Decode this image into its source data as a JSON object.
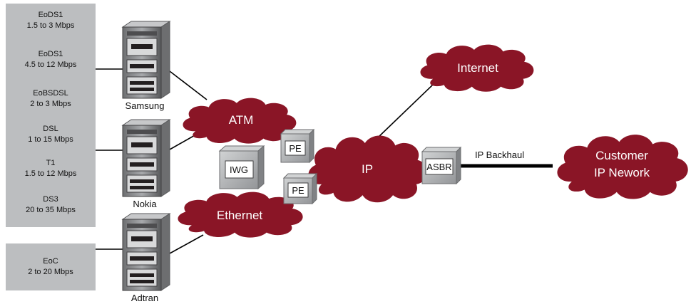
{
  "colors": {
    "cloud": "#8a1526",
    "service_panel": "#bcbec0",
    "device_body": "#9a9b9d",
    "link": "#000000"
  },
  "service_panel": {
    "items": [
      {
        "name": "EoDS1",
        "rate": "1.5 to 3 Mbps"
      },
      {
        "name": "EoDS1",
        "rate": "4.5 to 12 Mbps"
      },
      {
        "name": "EoBSDSL",
        "rate": "2 to 3 Mbps"
      },
      {
        "name": "DSL",
        "rate": "1 to 15 Mbps"
      },
      {
        "name": "T1",
        "rate": "1.5 to 12 Mbps"
      },
      {
        "name": "DS3",
        "rate": "20 to 35 Mbps"
      }
    ]
  },
  "eoc_panel": {
    "name": "EoC",
    "rate": "2 to 20 Mbps"
  },
  "access_devices": {
    "samsung": "Samsung",
    "nokia": "Nokia",
    "adtran": "Adtran"
  },
  "clouds": {
    "atm": "ATM",
    "ethernet": "Ethernet",
    "ip": "IP",
    "internet": "Internet",
    "customer_line1": "Customer",
    "customer_line2": "IP Nework"
  },
  "edge_devices": {
    "iwg": "IWG",
    "pe_top": "PE",
    "pe_bottom": "PE",
    "asbr": "ASBR"
  },
  "links": {
    "ip_backhaul": "IP Backhaul"
  }
}
